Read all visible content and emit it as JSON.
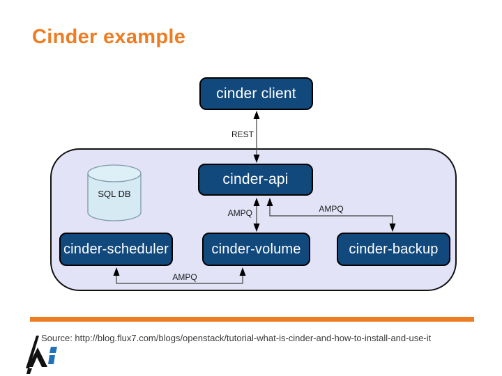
{
  "slide": {
    "title": "Cinder example",
    "source_line": "Source: http://blog.flux7.com/blogs/openstack/tutorial-what-is-cinder-and-how-to-install-and-use-it"
  },
  "colors": {
    "accent_orange": "#ED7D22",
    "node_fill": "#12497D",
    "node_text": "#FFFFFF",
    "container_fill": "#E3E3F8",
    "cylinder_fill": "#D6EAF3",
    "logo_black": "#111111",
    "logo_blue": "#2272B9"
  },
  "diagram": {
    "nodes": {
      "client": "cinder client",
      "api": "cinder-api",
      "scheduler": "cinder-scheduler",
      "volume": "cinder-volume",
      "backup": "cinder-backup",
      "database": "SQL DB"
    },
    "edge_labels": {
      "rest": "REST",
      "ampq_api_volume": "AMPQ",
      "ampq_api_backup": "AMPQ",
      "ampq_scheduler_volume": "AMPQ"
    },
    "edges": [
      {
        "from": "client",
        "to": "api",
        "label": "REST",
        "arrows": "both"
      },
      {
        "from": "api",
        "to": "volume",
        "label": "AMPQ",
        "arrows": "both"
      },
      {
        "from": "api",
        "to": "backup",
        "label": "AMPQ",
        "arrows": "both"
      },
      {
        "from": "scheduler",
        "to": "volume",
        "label": "AMPQ",
        "arrows": "both"
      }
    ]
  }
}
